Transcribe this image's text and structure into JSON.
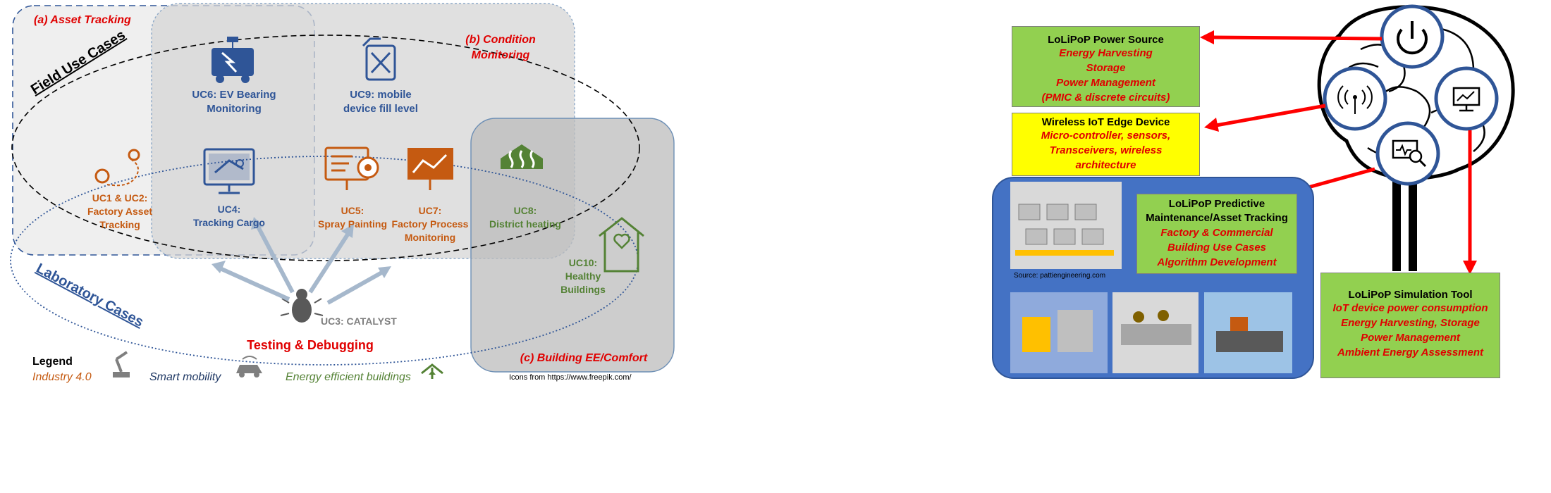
{
  "left": {
    "region_a": "(a) Asset Tracking",
    "region_b_line1": "(b) Condition",
    "region_b_line2": "Monitoring",
    "region_c": "(c) Building EE/Comfort",
    "field_cases": "Field Use Cases",
    "lab_cases": "Laboratory Cases",
    "uc6_line1": "UC6: EV Bearing",
    "uc6_line2": "Monitoring",
    "uc9_line1": "UC9: mobile",
    "uc9_line2": "device fill level",
    "uc12_line1": "UC1 & UC2:",
    "uc12_line2": "Factory Asset",
    "uc12_line3": "Tracking",
    "uc4_line1": "UC4:",
    "uc4_line2": "Tracking Cargo",
    "uc5": "UC5:",
    "uc5_line2": "Spray Painting",
    "uc7": "UC7:",
    "uc7_line2": "Factory Process",
    "uc7_line3": "Monitoring",
    "uc8": "UC8:",
    "uc8_line2": "District heating",
    "uc10_line1": "UC10:",
    "uc10_line2": "Healthy",
    "uc10_line3": "Buildings",
    "uc3": "UC3: CATALYST",
    "testing": "Testing & Debugging",
    "legend_title": "Legend",
    "legend_industry": "Industry 4.0",
    "legend_mobility": "Smart mobility",
    "legend_buildings": "Energy efficient buildings",
    "icons_credit": "Icons from https://www.freepik.com/"
  },
  "right": {
    "power": {
      "title": "LoLiPoP Power Source",
      "lines": [
        "Energy Harvesting",
        "Storage",
        "Power Management",
        "(PMIC & discrete circuits)"
      ]
    },
    "edge": {
      "title": "Wireless IoT Edge Device",
      "lines": [
        "Micro-controller, sensors,",
        "Transceivers, wireless",
        "architecture"
      ]
    },
    "predictive": {
      "title_line1": "LoLiPoP Predictive",
      "title_line2": "Maintenance/Asset Tracking",
      "lines": [
        "Factory & Commercial",
        "Building Use Cases",
        "Algorithm Development"
      ]
    },
    "simulation": {
      "title": "LoLiPoP Simulation Tool",
      "lines": [
        "IoT device power consumption",
        "Energy Harvesting, Storage",
        "Power Management",
        "Ambient Energy Assessment"
      ]
    },
    "source": "Source: pattiengineering.com"
  },
  "colors": {
    "industry": "#c55a11",
    "mobility": "#2f5597",
    "buildings": "#548235",
    "red": "#e00000",
    "green_box": "#92d050",
    "yellow_box": "#ffff00",
    "blue_panel": "#4472c4"
  }
}
